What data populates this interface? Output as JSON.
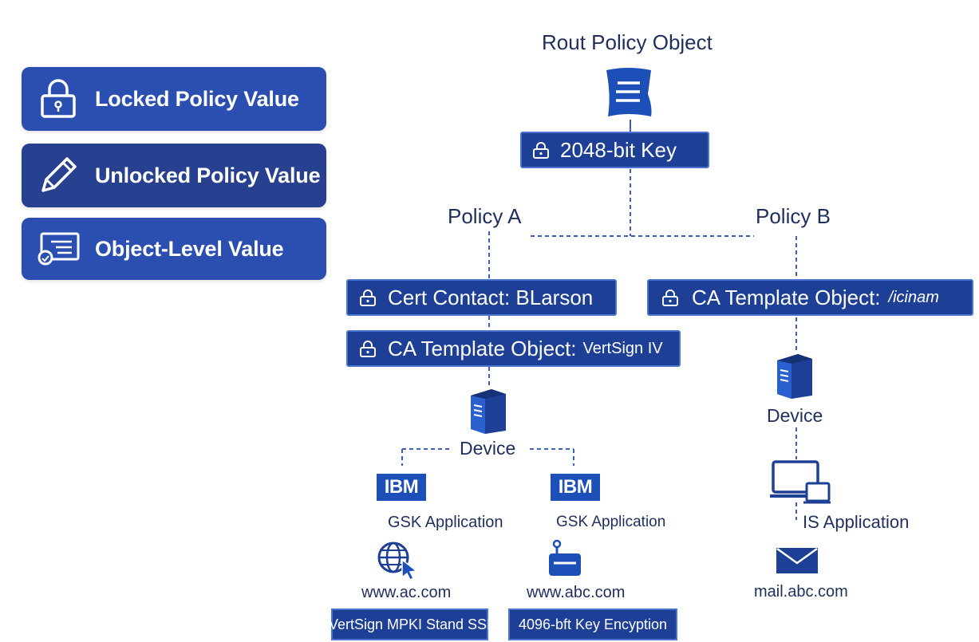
{
  "legend": {
    "locked": {
      "label": "Locked Policy Value",
      "icon": "lock-icon"
    },
    "unlocked": {
      "label": "Unlocked Policy Value",
      "icon": "pencil-icon"
    },
    "object_level": {
      "label": "Object-Level Value",
      "icon": "certificate-icon"
    }
  },
  "root": {
    "title": "Rout Policy Object",
    "icon": "document-icon",
    "key_label": "2048-bit Key"
  },
  "policy_a": {
    "title": "Policy A",
    "cert_contact": "Cert Contact: BLarson",
    "ca_template_prefix": "CA Template Object:",
    "ca_template_value": "VertSign IV",
    "device_label": "Device",
    "app_left": {
      "vendor": "IBM",
      "name": "GSK Application",
      "site": "www.ac.com",
      "tag": "VertSign MPKI Stand SSI"
    },
    "app_right": {
      "vendor": "IBM",
      "name": "GSK Application",
      "site": "www.abc.com",
      "tag": "4096-bft Key Encyption"
    }
  },
  "policy_b": {
    "title": "Policy B",
    "ca_template_prefix": "CA Template Object:",
    "ca_template_value": "/icinam",
    "device_label": "Device",
    "app": {
      "name": "IS Application",
      "site": "mail.abc.com"
    }
  },
  "colors": {
    "legend_blue": "#2a4fb0",
    "node_blue": "#1d3f95",
    "connector": "#3b5fb8",
    "text": "#1f2f5c"
  }
}
